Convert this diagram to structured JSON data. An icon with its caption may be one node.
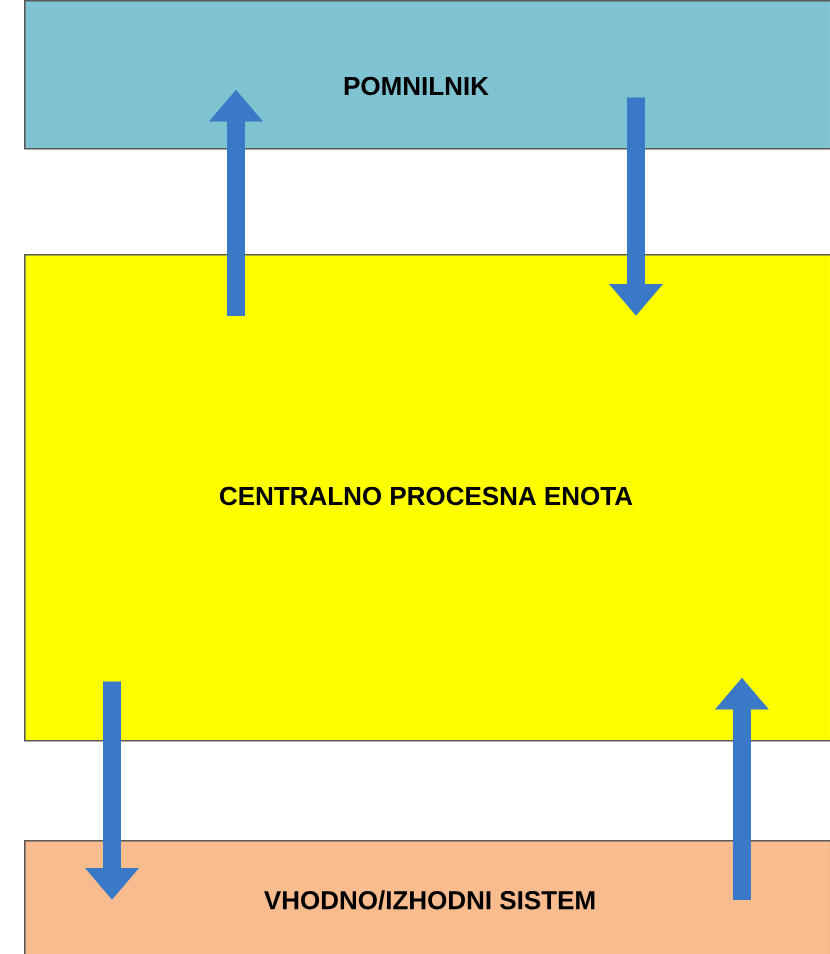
{
  "diagram": {
    "nodes": [
      {
        "text": [
          "POMNILNIK"
        ]
      },
      {
        "text": [
          "CENTRALNO PROCESNA ENOTA"
        ]
      },
      {
        "text": [
          "VHODNO/IZHODNI SISTEM"
        ]
      }
    ],
    "edges": [
      {
        "from": 1,
        "to": 0,
        "arrow": "to"
      },
      {
        "from": 0,
        "to": 1,
        "arrow": "to"
      },
      {
        "from": 1,
        "to": 2,
        "arrow": "to"
      },
      {
        "from": 2,
        "to": 1,
        "arrow": "to"
      }
    ]
  }
}
